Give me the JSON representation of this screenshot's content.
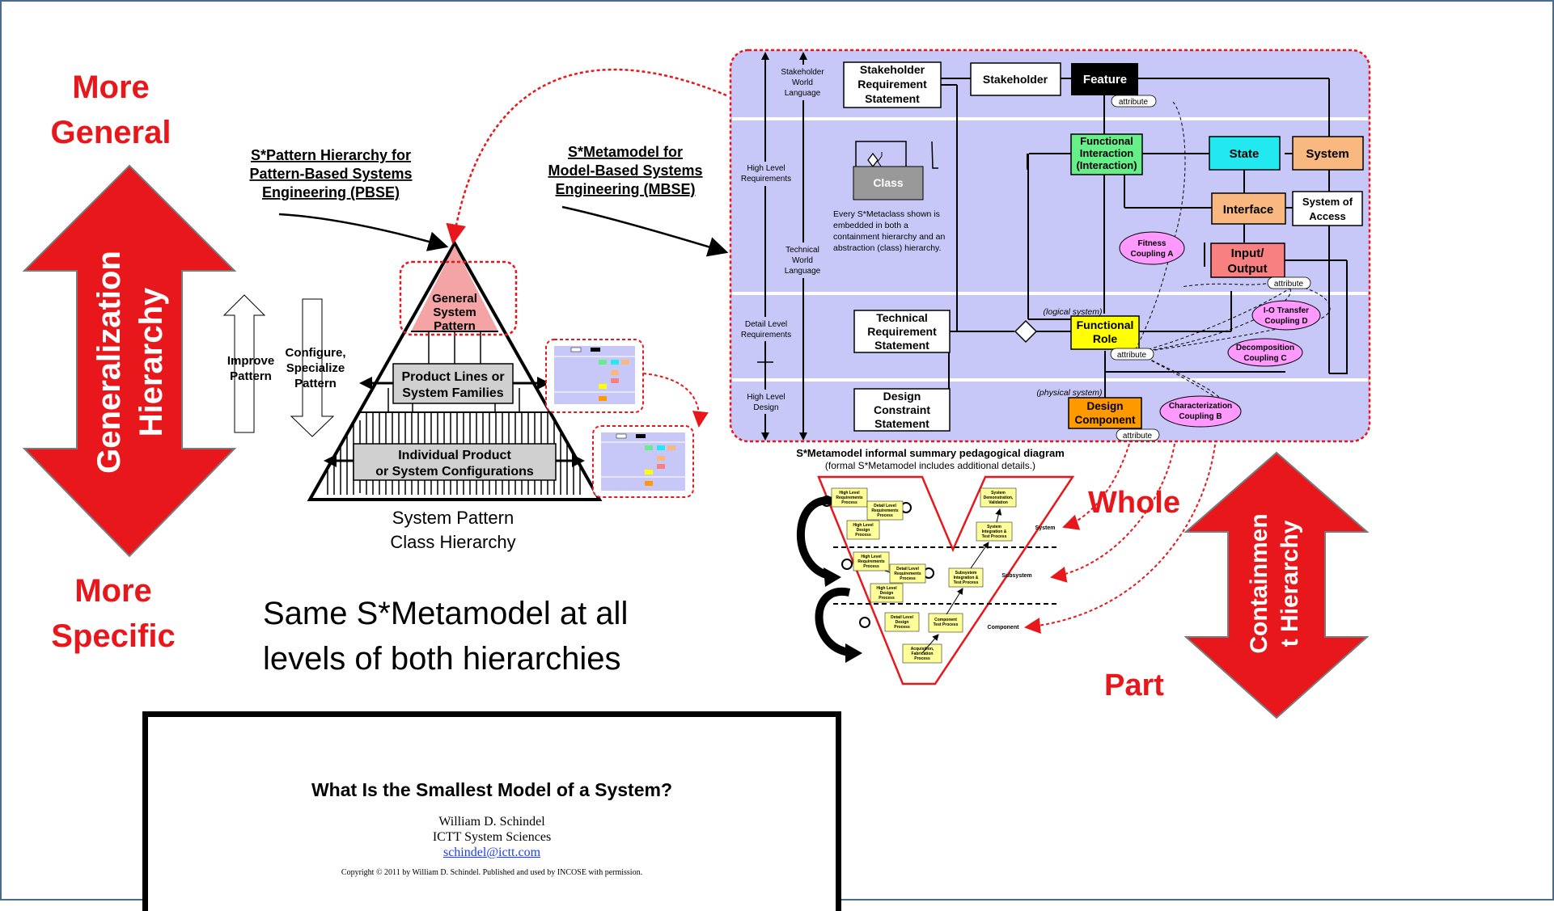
{
  "left_axis": {
    "top_label_1": "More",
    "top_label_2": "General",
    "arrow_label_1": "Generalization",
    "arrow_label_2": "Hierarchy",
    "bottom_label_1": "More",
    "bottom_label_2": "Specific"
  },
  "pattern_hierarchy": {
    "heading_1": "S*Pattern Hierarchy for",
    "heading_2": "Pattern-Based Systems",
    "heading_3": "Engineering (PBSE)",
    "improve_1": "Improve",
    "improve_2": "Pattern",
    "configure_1": "Configure,",
    "configure_2": "Specialize",
    "configure_3": "Pattern",
    "level_general_1": "General",
    "level_general_2": "System",
    "level_general_3": "Pattern",
    "level_product_1": "Product Lines or",
    "level_product_2": "System Families",
    "level_individual_1": "Individual Product",
    "level_individual_2": "or System Configurations",
    "caption_1": "System Pattern",
    "caption_2": "Class Hierarchy"
  },
  "metamodel": {
    "heading_1": "S*Metamodel for",
    "heading_2": "Model-Based Systems",
    "heading_3": "Engineering (MBSE)",
    "rail_stakeholder_world": [
      "Stakeholder",
      "World",
      "Language"
    ],
    "rail_high_level_req": [
      "High Level",
      "Requirements"
    ],
    "rail_technical_world": [
      "Technical",
      "World",
      "Language"
    ],
    "rail_detail_level_req": [
      "Detail Level",
      "Requirements"
    ],
    "rail_high_level_design": [
      "High Level",
      "Design"
    ],
    "box_stakeholder_req": [
      "Stakeholder",
      "Requirement",
      "Statement"
    ],
    "box_stakeholder": "Stakeholder",
    "box_feature": "Feature",
    "box_functional_interaction": [
      "Functional",
      "Interaction",
      "(Interaction)"
    ],
    "box_state": "State",
    "box_system": "System",
    "box_class": "Class",
    "class_note": [
      "Every S*Metaclass shown is",
      "embedded in both a",
      "containment hierarchy and an",
      "abstraction (class) hierarchy."
    ],
    "box_interface": "Interface",
    "box_system_of_access": [
      "System of",
      "Access"
    ],
    "box_input_output": [
      "Input/",
      "Output"
    ],
    "box_technical_req": [
      "Technical",
      "Requirement",
      "Statement"
    ],
    "box_functional_role": [
      "Functional",
      "Role"
    ],
    "box_design_constraint": [
      "Design",
      "Constraint",
      "Statement"
    ],
    "box_design_component": [
      "Design",
      "Component"
    ],
    "attribute": "attribute",
    "logical_system": "(logical system)",
    "physical_system": "(physical system)",
    "cloud_fitness": [
      "Fitness",
      "Coupling A"
    ],
    "cloud_io_transfer": [
      "I-O Transfer",
      "Coupling D"
    ],
    "cloud_decomposition": [
      "Decomposition",
      "Coupling C"
    ],
    "cloud_characterization": [
      "Characterization",
      "Coupling B"
    ],
    "caption_1": "S*Metamodel informal summary pedagogical diagram",
    "caption_2": "(formal S*Metamodel includes additional details.)"
  },
  "vee": {
    "system": "System",
    "subsystem": "Subsystem",
    "component": "Component",
    "p1": [
      "High Level",
      "Requirements",
      "Process"
    ],
    "p2": [
      "Detail Level",
      "Requirements",
      "Process"
    ],
    "p3": [
      "High Level",
      "Design",
      "Process"
    ],
    "p4": [
      "High Level",
      "Requirements",
      "Process"
    ],
    "p5": [
      "Detail Level",
      "Requirements",
      "Process"
    ],
    "p6": [
      "High Level",
      "Design",
      "Process"
    ],
    "p7": [
      "Detail Level",
      "Design",
      "Process"
    ],
    "p8": [
      "Acquisition,",
      "Fabrication",
      "Process"
    ],
    "p9": [
      "Component",
      "Test Process"
    ],
    "p10": [
      "Subsystem",
      "Integration &",
      "Test Process"
    ],
    "p11": [
      "System",
      "Integration &",
      "Test Process"
    ],
    "p12": [
      "System",
      "Demonstration,",
      "Validation"
    ]
  },
  "right_axis": {
    "top_label": "Whole",
    "arrow_label_1": "Containmen",
    "arrow_label_2": "t Hierarchy",
    "bottom_label": "Part"
  },
  "statement_1": "Same S*Metamodel at all",
  "statement_2": "levels of both hierarchies",
  "paper": {
    "title": "What Is the Smallest Model of a System?",
    "author": "William D. Schindel",
    "org": "ICTT System Sciences",
    "email": "schindel@ictt.com",
    "copyright": "Copyright © 2011 by William D. Schindel.  Published and used by INCOSE with permission."
  },
  "colors": {
    "red": "#e8171c",
    "lavender": "#c8c8f8",
    "feature": "#000000",
    "functional_interaction": "#66ee88",
    "state": "#22e8f0",
    "system": "#f8b880",
    "interface": "#f8b880",
    "input_output": "#f88080",
    "functional_role": "#ffff00",
    "design_component": "#ff9900",
    "class": "#999999",
    "cloud": "#ff99ff"
  }
}
